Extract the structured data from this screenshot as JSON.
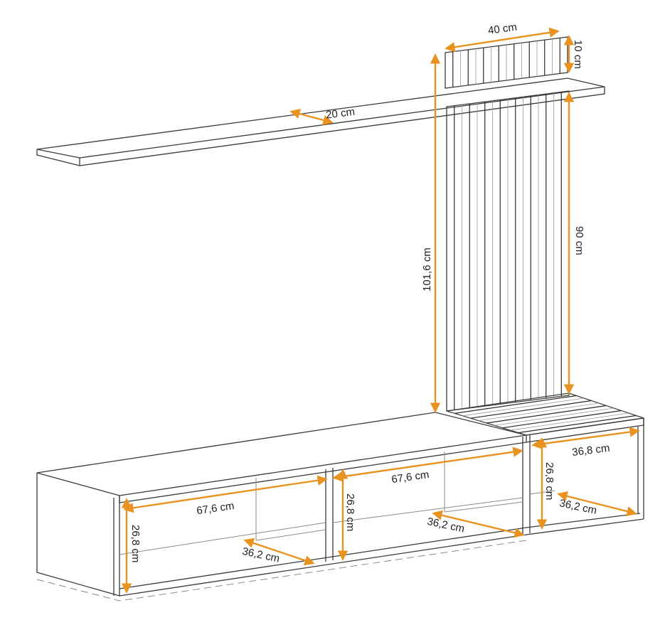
{
  "colors": {
    "dimension": "#E8931F",
    "line": "#3a3a3a",
    "background": "#ffffff"
  },
  "dimensions": {
    "slat_width": "40 cm",
    "slat_top_height": "10 cm",
    "shelf_depth": "20 cm",
    "total_height": "101,6 cm",
    "panel_height": "90 cm",
    "left_width": "67,6 cm",
    "left_height": "26,8 cm",
    "left_depth": "36,2 cm",
    "middle_width": "67,6 cm",
    "middle_height": "26,8 cm",
    "middle_depth": "36,2 cm",
    "right_width": "36,8 cm",
    "right_height": "26,8 cm",
    "right_depth": "36,2 cm"
  }
}
